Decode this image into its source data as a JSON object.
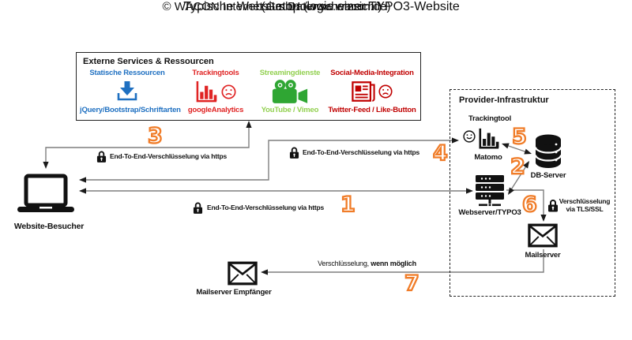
{
  "title": {
    "line1": "Typische Websitetopologie einer TYPO3-Website",
    "line2": "(aus Datenschutzsicht)"
  },
  "footer": "© WACON Internet GmbH (www.wacon.de)",
  "visitor": {
    "label": "Website-Besucher",
    "icon": "laptop-icon"
  },
  "receiver": {
    "label": "Mailserver Empfänger",
    "icon": "envelope-icon"
  },
  "external_box": {
    "title": "Externe Services & Ressourcen",
    "columns": [
      {
        "heading": "Statische Ressourcen",
        "caption": "jQuery/Bootstrap/Schriftarten",
        "icon": "download-icon",
        "mood": null,
        "color": "#1f70c1"
      },
      {
        "heading": "Trackingtools",
        "caption": "googleAnalytics",
        "icon": "bar-chart-icon",
        "mood": "sad-face-icon",
        "color": "#e02424"
      },
      {
        "heading": "Streamingdienste",
        "caption": "YouTube / Vimeo",
        "icon": "video-camera-icon",
        "mood": null,
        "color": "#92d050",
        "icon_color": "#2fa633"
      },
      {
        "heading": "Social-Media-Integration",
        "caption": "Twitter-Feed / Like-Button",
        "icon": "newspaper-icon",
        "mood": "sad-face-icon",
        "color": "#c00000"
      }
    ]
  },
  "provider_box": {
    "title": "Provider-Infrastruktur",
    "trackingtool": {
      "heading": "Trackingtool",
      "label": "Matomo",
      "icon": "bar-chart-icon",
      "mood": "happy-face-icon"
    },
    "db_server": {
      "label": "DB-Server",
      "icon": "database-icon"
    },
    "webserver": {
      "label": "Webserver/TYPO3",
      "icon": "server-stack-icon"
    },
    "mailserver": {
      "label": "Mailserver",
      "icon": "envelope-icon"
    }
  },
  "connections": {
    "c1": {
      "number": "1",
      "label": "End-To-End-Verschlüsselung via https",
      "icon": "lock-icon"
    },
    "c2": {
      "number": "2"
    },
    "c3": {
      "number": "3",
      "label": "End-To-End-Verschlüsselung via https",
      "icon": "lock-icon"
    },
    "c4": {
      "number": "4",
      "label": "End-To-End-Verschlüsselung via https",
      "icon": "lock-icon"
    },
    "c5": {
      "number": "5"
    },
    "c6": {
      "number": "6",
      "label_line1": "Verschlüsselung",
      "label_line2": "via TLS/SSL",
      "icon": "lock-icon"
    },
    "c7": {
      "number": "7",
      "label_prefix": "Verschlüsselung,",
      "label_bold": "wenn möglich"
    }
  },
  "colors": {
    "blue": "#1f70c1",
    "red": "#e02424",
    "light_green": "#92d050",
    "green_icon": "#2fa633",
    "dark_red": "#c00000",
    "orange_number": "#f07c28",
    "line_gray": "#7f7f7f",
    "black": "#111111"
  }
}
